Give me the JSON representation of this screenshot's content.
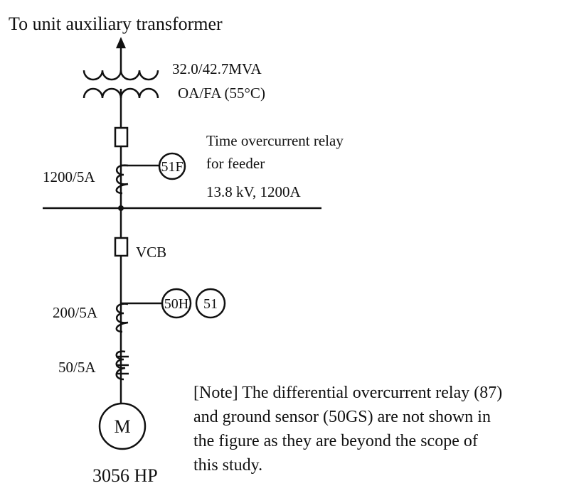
{
  "title": "To unit auxiliary transformer",
  "transformer": {
    "rating": "32.0/42.7MVA",
    "cooling": "OA/FA (55°C)"
  },
  "feeder_relay": {
    "label": "51F",
    "description_line1": "Time overcurrent relay",
    "description_line2": "for feeder"
  },
  "ct_feeder": "1200/5A",
  "bus": "13.8 kV, 1200A",
  "breaker": "VCB",
  "ct_motor": "200/5A",
  "motor_relays": [
    "50H",
    "51"
  ],
  "ct_ground": "50/5A",
  "motor": {
    "symbol": "M",
    "rating": "3056 HP"
  },
  "note": [
    "[Note] The differential overcurrent relay (87)",
    "and ground sensor (50GS) are not shown in",
    "the figure as they are beyond the scope of",
    "this study."
  ]
}
